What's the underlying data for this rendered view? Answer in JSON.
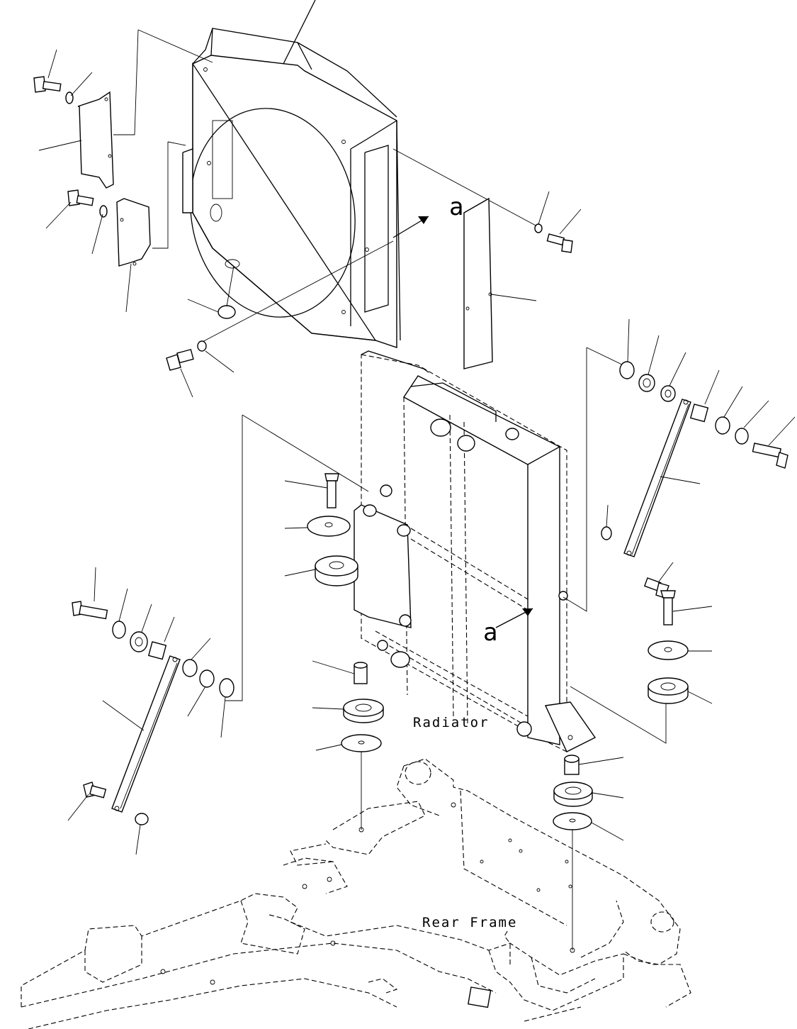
{
  "labels": {
    "radiator": "Radiator",
    "rear_frame": "Rear Frame",
    "view_arrow_top": "a",
    "view_arrow_bottom": "a"
  }
}
